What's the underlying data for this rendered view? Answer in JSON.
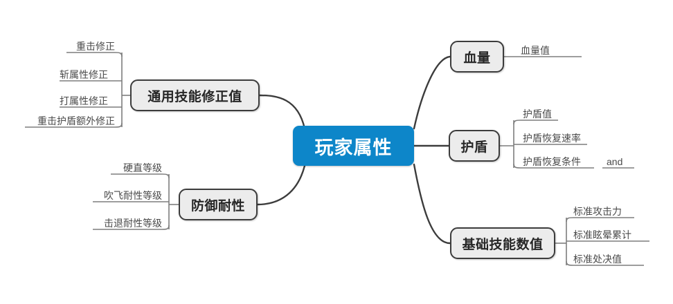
{
  "diagram": {
    "type": "mind-map",
    "title": "玩家属性",
    "background": "#ffffff",
    "root_color": "#0d86c9",
    "branch_color": "#ececec",
    "branch_border_color": "#3c3c3c",
    "edge_color": "#3c3c3c",
    "leaf_text_color": "#4a4a4a",
    "root": {
      "label": "玩家属性"
    },
    "branches": [
      {
        "label": "通用技能修正值",
        "side": "left",
        "leaves": [
          {
            "label": "重击修正"
          },
          {
            "label": "斩属性修正"
          },
          {
            "label": "打属性修正"
          },
          {
            "label": "重击护盾额外修正"
          }
        ]
      },
      {
        "label": "防御耐性",
        "side": "left",
        "leaves": [
          {
            "label": "硬直等级"
          },
          {
            "label": "吹飞耐性等级"
          },
          {
            "label": "击退耐性等级"
          }
        ]
      },
      {
        "label": "血量",
        "side": "right",
        "leaves": [
          {
            "label": "血量值"
          }
        ]
      },
      {
        "label": "护盾",
        "side": "right",
        "leaves": [
          {
            "label": "护盾值"
          },
          {
            "label": "护盾恢复速率"
          },
          {
            "label": "护盾恢复条件"
          },
          {
            "label": "and"
          }
        ]
      },
      {
        "label": "基础技能数值",
        "side": "right",
        "leaves": [
          {
            "label": "标准攻击力"
          },
          {
            "label": "标准眩晕累计"
          },
          {
            "label": "标准处决值"
          }
        ]
      }
    ]
  }
}
